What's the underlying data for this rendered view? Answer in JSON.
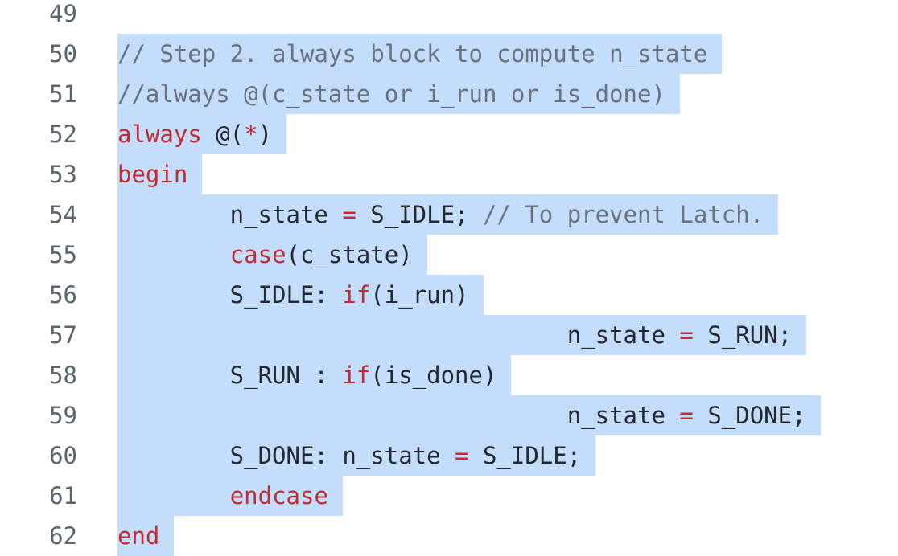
{
  "lines": [
    {
      "no": "49",
      "tokens": []
    },
    {
      "no": "50",
      "tokens": [
        {
          "t": "cm",
          "v": "// Step 2. always block to compute n_state"
        }
      ]
    },
    {
      "no": "51",
      "tokens": [
        {
          "t": "cm",
          "v": "//always @(c_state or i_run or is_done)"
        }
      ]
    },
    {
      "no": "52",
      "tokens": [
        {
          "t": "kw",
          "v": "always"
        },
        {
          "t": "plain",
          "v": " @("
        },
        {
          "t": "op",
          "v": "*"
        },
        {
          "t": "plain",
          "v": ")"
        }
      ]
    },
    {
      "no": "53",
      "tokens": [
        {
          "t": "kw",
          "v": "begin"
        }
      ]
    },
    {
      "no": "54",
      "tokens": [
        {
          "t": "plain",
          "v": "        n_state "
        },
        {
          "t": "op",
          "v": "="
        },
        {
          "t": "plain",
          "v": " S_IDLE; "
        },
        {
          "t": "cm",
          "v": "// To prevent Latch."
        }
      ]
    },
    {
      "no": "55",
      "tokens": [
        {
          "t": "plain",
          "v": "        "
        },
        {
          "t": "kw",
          "v": "case"
        },
        {
          "t": "plain",
          "v": "(c_state)"
        }
      ]
    },
    {
      "no": "56",
      "tokens": [
        {
          "t": "plain",
          "v": "        S_IDLE: "
        },
        {
          "t": "kw",
          "v": "if"
        },
        {
          "t": "plain",
          "v": "(i_run)"
        }
      ]
    },
    {
      "no": "57",
      "tokens": [
        {
          "t": "plain",
          "v": "                                n_state "
        },
        {
          "t": "op",
          "v": "="
        },
        {
          "t": "plain",
          "v": " S_RUN;"
        }
      ]
    },
    {
      "no": "58",
      "tokens": [
        {
          "t": "plain",
          "v": "        S_RUN : "
        },
        {
          "t": "kw",
          "v": "if"
        },
        {
          "t": "plain",
          "v": "(is_done)"
        }
      ]
    },
    {
      "no": "59",
      "tokens": [
        {
          "t": "plain",
          "v": "                                n_state "
        },
        {
          "t": "op",
          "v": "="
        },
        {
          "t": "plain",
          "v": " S_DONE;"
        }
      ]
    },
    {
      "no": "60",
      "tokens": [
        {
          "t": "plain",
          "v": "        S_DONE: n_state "
        },
        {
          "t": "op",
          "v": "="
        },
        {
          "t": "plain",
          "v": " S_IDLE;"
        }
      ]
    },
    {
      "no": "61",
      "tokens": [
        {
          "t": "plain",
          "v": "        "
        },
        {
          "t": "kw",
          "v": "endcase"
        }
      ]
    },
    {
      "no": "62",
      "tokens": [
        {
          "t": "kw",
          "v": "end"
        }
      ]
    }
  ],
  "colors": {
    "selection": "#c4ddfb",
    "keyword": "#c42a32",
    "comment": "#6a737d",
    "text": "#24292f",
    "gutter": "#5b6570"
  }
}
